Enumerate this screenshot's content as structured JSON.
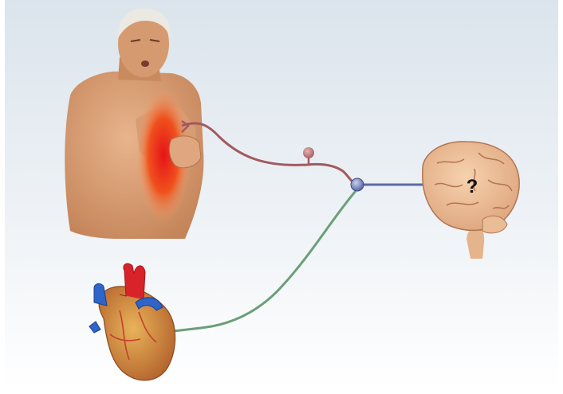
{
  "diagram": {
    "brain_label": "?",
    "colors": {
      "somatic_nerve": "#a25a5e",
      "visceral_nerve": "#6b9f78",
      "central_nerve": "#5a6aa8",
      "pain_area": "#e23a1e",
      "background_top": "#dfe7ee",
      "background_bottom": "#ffffff"
    },
    "icons": [
      "man-figure",
      "heart-illustration",
      "brain-illustration",
      "neuron-cell-body",
      "synapse-junction"
    ]
  }
}
